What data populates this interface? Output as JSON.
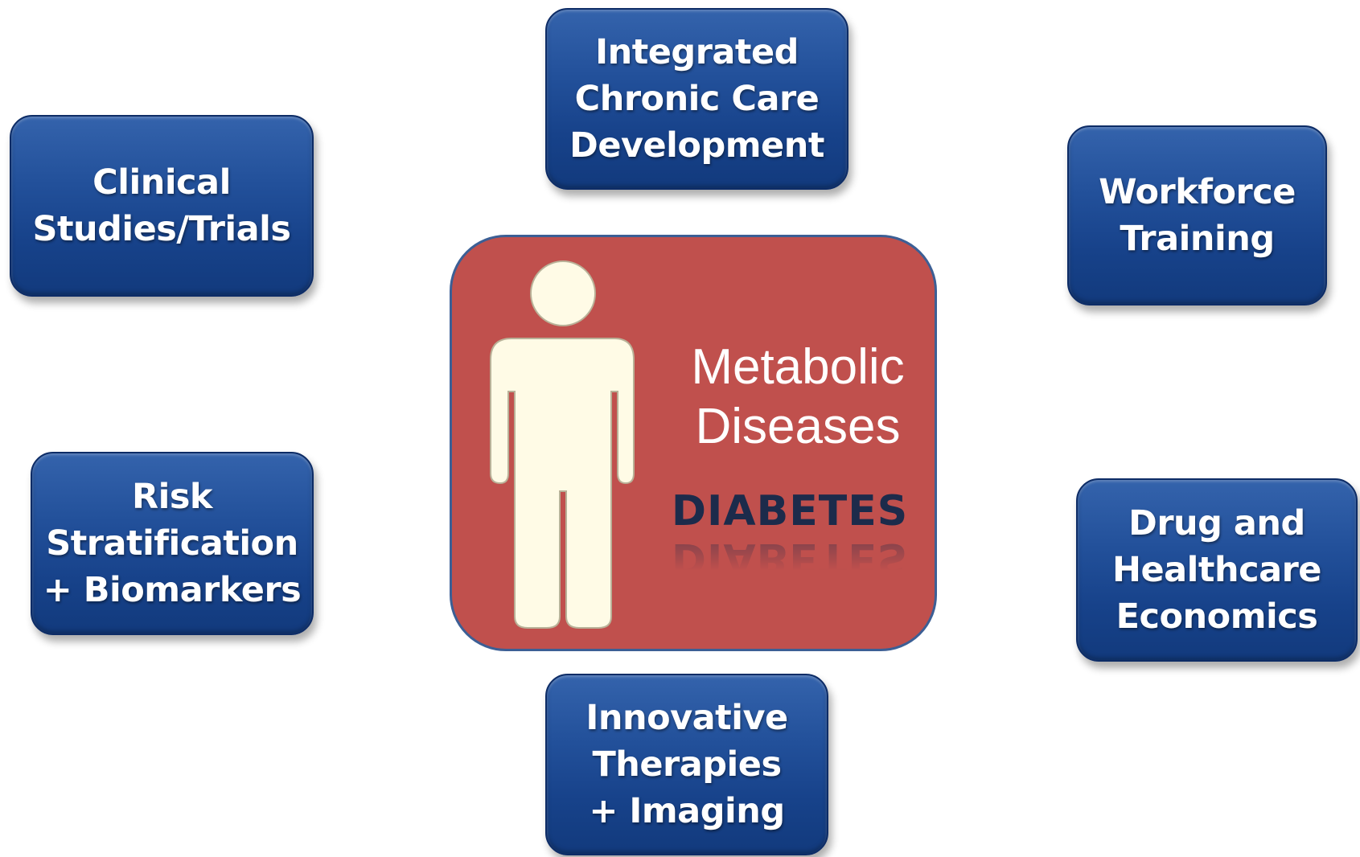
{
  "center": {
    "title_lines": [
      "Metabolic",
      "Diseases"
    ],
    "subtitle": "DIABETES",
    "colors": {
      "fill": "#c0504d",
      "border": "#3c5f95",
      "person": "#fffbe6",
      "subtitle": "#1c2b4b"
    }
  },
  "boxes": {
    "integrated": {
      "lines": [
        "Integrated",
        "Chronic Care",
        "Development"
      ]
    },
    "clinical": {
      "lines": [
        "Clinical",
        "Studies/Trials"
      ]
    },
    "workforce": {
      "lines": [
        "Workforce",
        "Training"
      ]
    },
    "risk": {
      "lines": [
        "Risk",
        "Stratification",
        "+ Biomarkers"
      ]
    },
    "drug": {
      "lines": [
        "Drug and",
        "Healthcare",
        "Economics"
      ]
    },
    "innovative": {
      "lines": [
        "Innovative",
        "Therapies",
        "+ Imaging"
      ]
    }
  },
  "colors": {
    "box_fill": "#1e4c95",
    "box_border": "#0d2c66",
    "box_text": "#ffffff"
  }
}
